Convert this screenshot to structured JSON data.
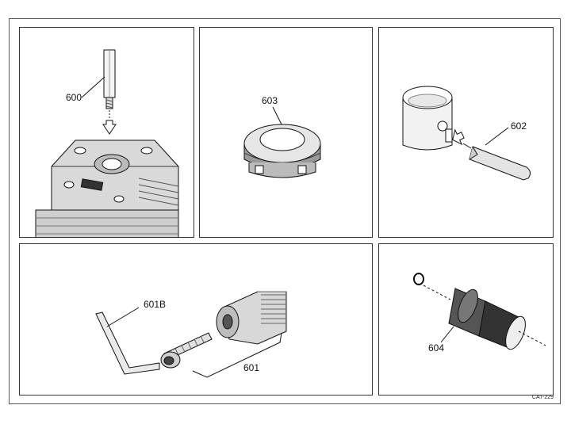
{
  "labels": {
    "part_600": "600",
    "part_603": "603",
    "part_602": "602",
    "part_601": "601",
    "part_601b": "601B",
    "part_604": "604"
  },
  "catalog_code": "CAT-229"
}
